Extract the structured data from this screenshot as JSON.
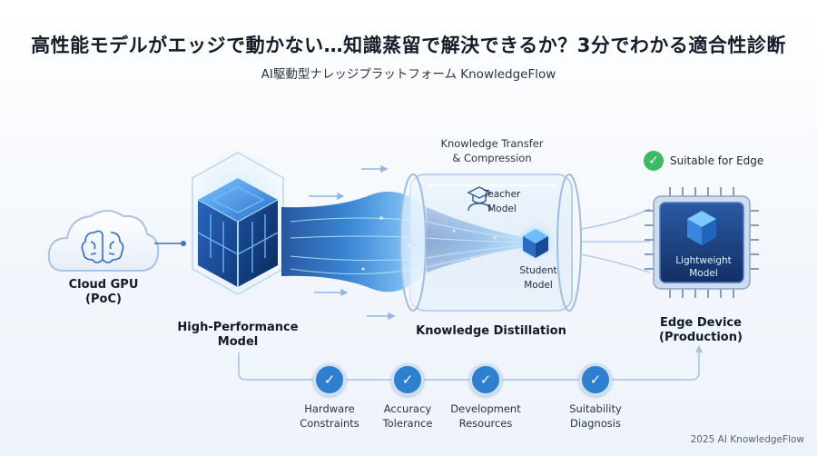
{
  "header": {
    "title": "高性能モデルがエッジで動かない…知識蒸留で解決できるか？3分でわかる適合性診断",
    "subtitle": "AI駆動型ナレッジプラットフォーム KnowledgeFlow"
  },
  "diagram": {
    "cloud_label": "Cloud GPU\n(PoC)",
    "hp_model_label": "High-Performance\nModel",
    "transfer_label": "Knowledge Transfer\n& Compression",
    "teacher_label": "Teacher\nModel",
    "student_label": "Student\nModel",
    "distillation_label": "Knowledge Distillation",
    "suitable_label": "Suitable for Edge",
    "lightweight_label": "Lightweight\nModel",
    "edge_label": "Edge Device\n(Production)"
  },
  "checks": [
    {
      "label": "Hardware\nConstraints"
    },
    {
      "label": "Accuracy\nTolerance"
    },
    {
      "label": "Development\nResources"
    },
    {
      "label": "Suitability\nDiagnosis"
    }
  ],
  "footer": "2025 AI KnowledgeFlow",
  "colors": {
    "accent": "#2f7fd1",
    "glow": "#5fb3ff",
    "chip": "#1e3f7a",
    "check_green": "#3dba64"
  },
  "icons": [
    "brain-icon",
    "cloud-icon",
    "cube-icon",
    "graduation-cap-icon",
    "chip-icon",
    "check-icon"
  ]
}
